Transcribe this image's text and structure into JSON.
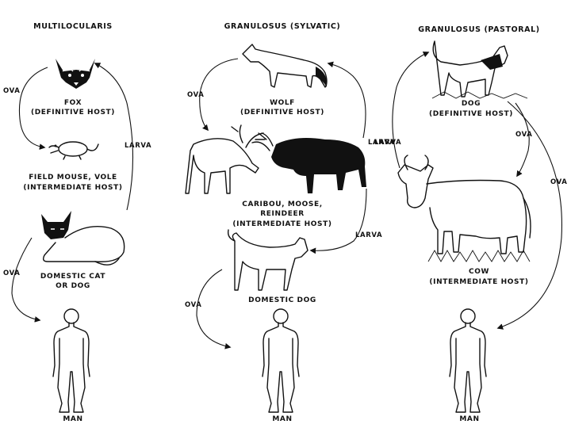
{
  "columns": [
    {
      "heading": "MULTILOCULARIS",
      "definitive_host": [
        "FOX",
        "(DEFINITIVE HOST)"
      ],
      "intermediate_host": [
        "FIELD MOUSE, VOLE",
        "(INTERMEDIATE HOST)"
      ],
      "domestic_host": [
        "DOMESTIC CAT",
        "OR DOG"
      ],
      "human": "MAN"
    },
    {
      "heading": "GRANULOSUS (SYLVATIC)",
      "definitive_host": [
        "WOLF",
        "(DEFINITIVE HOST)"
      ],
      "intermediate_host": [
        "CARIBOU, MOOSE,",
        "REINDEER",
        "(INTERMEDIATE HOST)"
      ],
      "domestic_host": [
        "DOMESTIC DOG"
      ],
      "human": "MAN"
    },
    {
      "heading": "GRANULOSUS (PASTORAL)",
      "definitive_host": [
        "DOG",
        "(DEFINITIVE HOST)"
      ],
      "intermediate_host": [
        "COW",
        "(INTERMEDIATE HOST)"
      ],
      "human": "MAN"
    }
  ],
  "transmission_labels": {
    "ova": "OVA",
    "larva": "LARVA"
  }
}
